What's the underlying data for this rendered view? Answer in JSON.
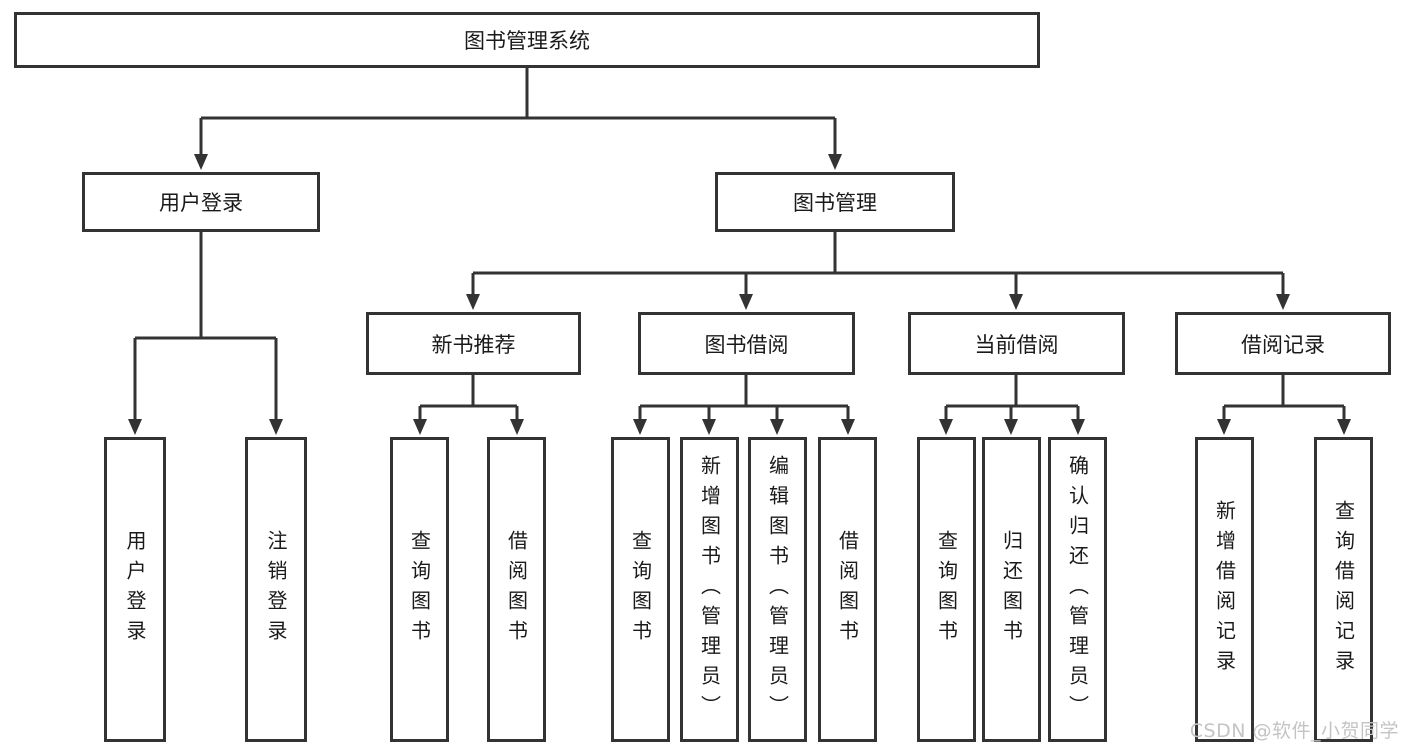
{
  "tree": {
    "root": {
      "label": "图书管理系统"
    },
    "branches": [
      {
        "label": "用户登录",
        "children": [
          {
            "label": "用户登录"
          },
          {
            "label": "注销登录"
          }
        ]
      },
      {
        "label": "图书管理",
        "children": [
          {
            "label": "新书推荐",
            "children": [
              {
                "label": "查询图书"
              },
              {
                "label": "借阅图书"
              }
            ]
          },
          {
            "label": "图书借阅",
            "children": [
              {
                "label": "查询图书"
              },
              {
                "label": "新增图书（管理员）"
              },
              {
                "label": "编辑图书（管理员）"
              },
              {
                "label": "借阅图书"
              }
            ]
          },
          {
            "label": "当前借阅",
            "children": [
              {
                "label": "查询图书"
              },
              {
                "label": "归还图书"
              },
              {
                "label": "确认归还（管理员）"
              }
            ]
          },
          {
            "label": "借阅记录",
            "children": [
              {
                "label": "新增借阅记录"
              },
              {
                "label": "查询借阅记录"
              }
            ]
          }
        ]
      }
    ]
  },
  "watermark": {
    "text": "CSDN @软件_小贺同学"
  },
  "colors": {
    "line": "#333333",
    "box_border": "#333333",
    "text": "#1a1a1a",
    "background": "#ffffff",
    "watermark": "#c4c4c4"
  }
}
